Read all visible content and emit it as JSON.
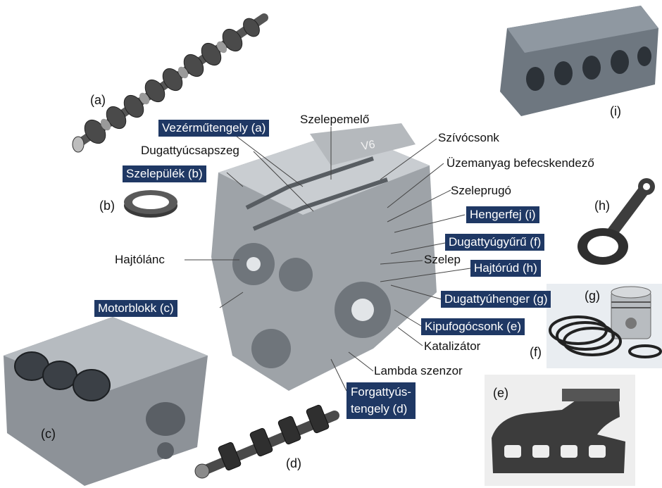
{
  "colors": {
    "label_box_bg": "#1f3864",
    "label_box_text": "#ffffff",
    "leader_line": "#444444"
  },
  "part_letters": {
    "a": "(a)",
    "b": "(b)",
    "c": "(c)",
    "d": "(d)",
    "e": "(e)",
    "f": "(f)",
    "g": "(g)",
    "h": "(h)",
    "i": "(i)"
  },
  "labels": {
    "vezermutengely": "Vezérműtengely (a)",
    "szelepemelo": "Szelepemelő",
    "szivocsonk": "Szívócsonk",
    "dugattyucsapszeg": "Dugattyúcsapszeg",
    "szelepulek": "Szelepülék (b)",
    "uzemanyag": "Üzemanyag befecskendező",
    "szeleprugo": "Szeleprugó",
    "hengerfej": "Hengerfej (i)",
    "dugattyugyuru": "Dugattyúgyűrű (f)",
    "hajtolanc": "Hajtólánc",
    "szelep": "Szelep",
    "hajtorud": "Hajtórúd (h)",
    "dugattyuhenger": "Dugattyúhenger (g)",
    "motorblokk": "Motorblokk (c)",
    "kipufogocsonk": "Kipufogócsonk (e)",
    "katalizator": "Katalizátor",
    "lambda": "Lambda szenzor",
    "forgattyus_1": "Forgattyús-",
    "forgattyus_2": "tengely (d)"
  },
  "engine_badge": "V6"
}
